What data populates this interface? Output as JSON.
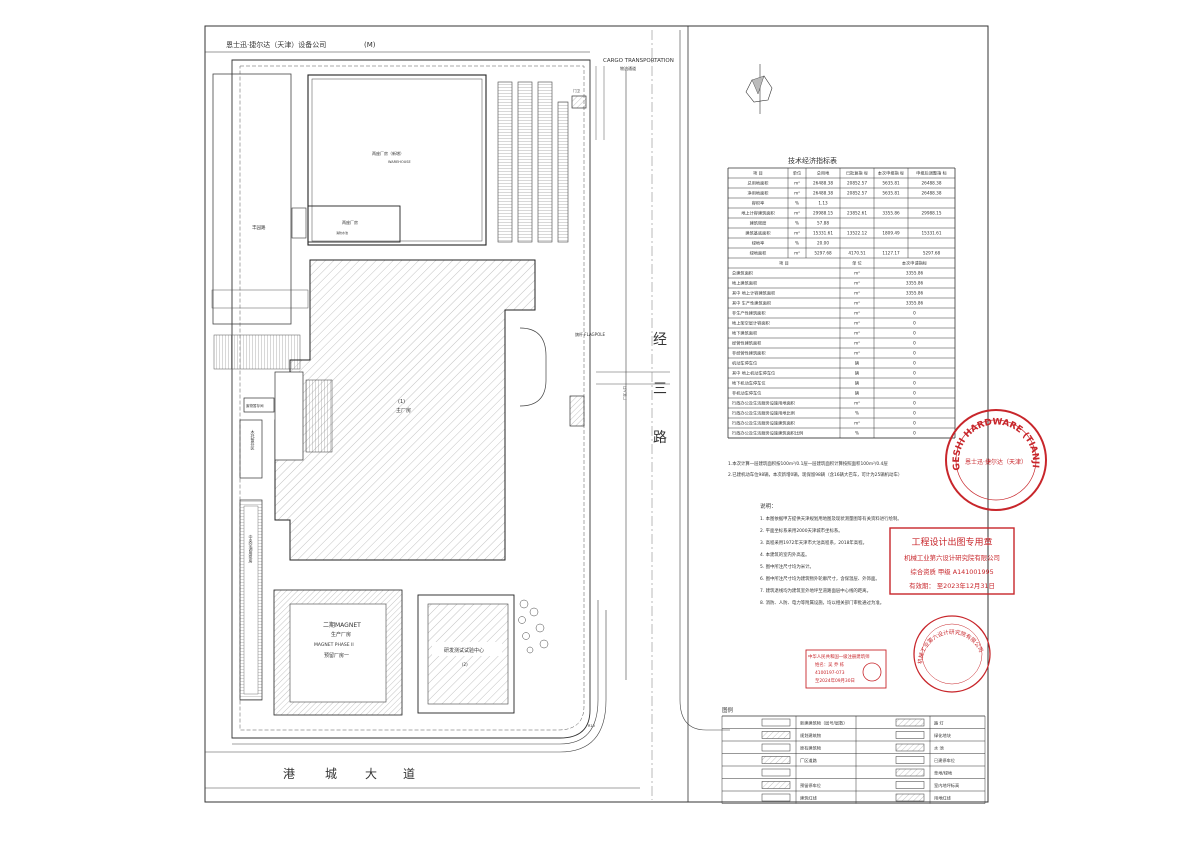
{
  "site": {
    "owner_label": "恩士迅·捷尔达（天津）设备公司",
    "owner_mark": "(M)",
    "cargo_label": "CARGO TRANSPORTATION",
    "cargo_sub": "物流通道",
    "left_road_label": "丰园路",
    "main_road_chars": [
      "经",
      "三",
      "路"
    ],
    "bottom_road_chars": [
      "港",
      "城",
      "大",
      "道"
    ],
    "flagpole_label": "旗杆 FLAGPOLE",
    "entrance_label": "厂区入口",
    "buildings": {
      "factory_top_cn": "两座厂房（新增）",
      "factory_top_en": "WAREHOUSE",
      "main_num": "(1)",
      "main_label": "主厂房",
      "magnet_en1": "二期MAGNET",
      "magnet_cn1": "生产厂房",
      "magnet_en2": "MAGNET PHASE II",
      "magnet_cn2": "预留厂房一",
      "rd_label": "研发测试试验中心",
      "rd_num": "(2)",
      "guard_label": "门卫",
      "waste_label": "废物暂存间",
      "wood_label": "木托暂存区",
      "side_label": "中央空调用泵房",
      "small_label": "两座厂房",
      "box_label": "消防水池",
      "g1": "门卫"
    }
  },
  "table": {
    "title": "技术经济指标表",
    "head": [
      "项 目",
      "单位",
      "总用地",
      "已批复指 标",
      "本次申报指 标",
      "申报后调整指 标"
    ],
    "rows": [
      [
        "总用地面积",
        "m²",
        "26488.38",
        "20852.57",
        "5635.81",
        "26488.38"
      ],
      [
        "净用地面积",
        "m²",
        "26488.38",
        "20852.57",
        "5635.81",
        "26488.38"
      ],
      [
        "容积率",
        "%",
        "1.13",
        "",
        "",
        ""
      ],
      [
        "地上计容建筑面积",
        "m²",
        "29988.15",
        "23852.61",
        "3355.86",
        "29988.15"
      ],
      [
        "建筑密度",
        "%",
        "57.88",
        "",
        "",
        ""
      ],
      [
        "建筑基底面积",
        "m²",
        "15331.61",
        "13522.12",
        "1809.49",
        "15331.61"
      ],
      [
        "绿地率",
        "%",
        "20.00",
        "",
        "",
        ""
      ],
      [
        "绿地面积",
        "m²",
        "5297.68",
        "4170.51",
        "1127.17",
        "5297.68"
      ]
    ],
    "sub_head": [
      "项 目",
      "单 位",
      "本次申请指标"
    ],
    "sub_rows": [
      [
        "总建筑面积",
        "m²",
        "3355.86"
      ],
      [
        "地上建筑面积",
        "m²",
        "3355.86"
      ],
      [
        "其中 地上计容建筑面积",
        "m²",
        "3355.86"
      ],
      [
        "其中 生产性建筑面积",
        "m²",
        "3355.86"
      ],
      [
        "非生产性建筑面积",
        "m²",
        "0"
      ],
      [
        "地上架空层计容面积",
        "m²",
        "0"
      ],
      [
        "地下建筑面积",
        "m²",
        "0"
      ],
      [
        "经营性建筑面积",
        "m²",
        "0"
      ],
      [
        "非经营性建筑面积",
        "m²",
        "0"
      ],
      [
        "机动车停车位",
        "辆",
        "0"
      ],
      [
        "其中 地上机动车停车位",
        "辆",
        "0"
      ],
      [
        "地下机动车停车位",
        "辆",
        "0"
      ],
      [
        "非机动车停车位",
        "辆",
        "0"
      ],
      [
        "行政办公及生活服务设施用地面积",
        "m²",
        "0"
      ],
      [
        "行政办公及生活服务设施用地比例",
        "%",
        "0"
      ],
      [
        "行政办公及生活服务设施建筑面积",
        "m²",
        "0"
      ],
      [
        "行政办公及生活服务设施建筑面积比例",
        "%",
        "0"
      ]
    ],
    "foot1": "1.本次计算一层建筑面积按100m²/0.1层一层建筑面积计算按照面积100m²/0.4层",
    "foot2": "2.已建机动车位98辆，本次新增0辆，现保留98辆（含16辆大巴车，可计为25辆机动车）"
  },
  "notes": {
    "title": "说明：",
    "items": [
      "1. 本图依据甲方提供天津规划用地图及现状测量图等有关资料进行绘制。",
      "2. 平面坐标系采用2000天津城市坐标系。",
      "3. 高程采用1972年天津市大沽高程系，2018年高程。",
      "4. 本建筑的室内外高差。",
      "5. 图中所注尺寸均为米计。",
      "6. 图中所注尺寸均为建筑物外轮廓尺寸，含保温层、外饰面。",
      "7. 建筑退线均为建筑室外地坪至道路面层中心线的距离。",
      "8. 消防、人防、电力等附属设施，均以相关部门审批通过为准。"
    ]
  },
  "stamps": {
    "company_ring": "GESHI HARDWARE (TIANJIN) COMPANY LIMITED",
    "company_cn": "恩士迅·捷尔达（天津）",
    "design_title": "工程设计出图专用章",
    "design_org": "机械工业第六设计研究院有限公司",
    "design_grade": "综合资质  甲级 A141001995",
    "design_valid": "有效期： 至2023年12月31日",
    "red_cert_title": "中华人民共和国一级注册建筑师",
    "red_cert_name": "姓名：吴 乔 栋",
    "red_cert_no": "4100197-073",
    "red_cert_date": "至2024年09月30日",
    "round_stamp2": "机械工业第六设计研究院有限公司"
  },
  "legend": {
    "title": "图例",
    "left": [
      "新建建筑物（层号/层数）",
      "规划建筑物",
      "原有建筑物",
      "厂区道路",
      "",
      "预留停车位",
      "建筑红线"
    ],
    "right": [
      "路 灯",
      "绿化地块",
      "水 池",
      "已建停车位",
      "草地/绿地",
      "室内地坪标高",
      "用地红线"
    ]
  },
  "colors": {
    "line": "#333333",
    "stamp_red": "#c8262b",
    "hatch": "#9a9a9a"
  }
}
